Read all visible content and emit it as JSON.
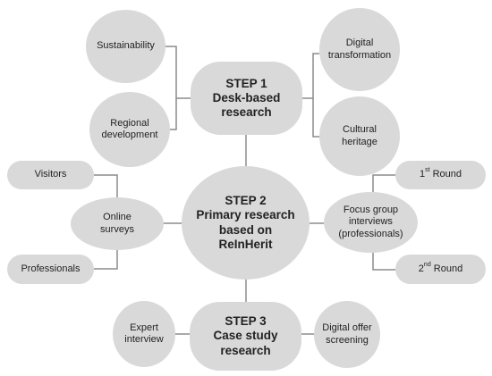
{
  "step1": {
    "number": "STEP 1",
    "line1": "Desk-based",
    "line2": "research"
  },
  "step2": {
    "number": "STEP 2",
    "line1": "Primary research",
    "line2": "based on",
    "line3": "ReInHerit"
  },
  "step3": {
    "number": "STEP 3",
    "line1": "Case study",
    "line2": "research"
  },
  "sustainability": "Sustainability",
  "regional": {
    "line1": "Regional",
    "line2": "development"
  },
  "digital_transformation": {
    "line1": "Digital",
    "line2": "transformation"
  },
  "cultural_heritage": {
    "line1": "Cultural",
    "line2": "heritage"
  },
  "visitors": "Visitors",
  "online_surveys": {
    "line1": "Online",
    "line2": "surveys"
  },
  "professionals": "Professionals",
  "focus_group": {
    "line1": "Focus group",
    "line2": "interviews",
    "line3": "(professionals)"
  },
  "round1": {
    "num": "1",
    "sup": "st",
    "label": " Round"
  },
  "round2": {
    "num": "2",
    "sup": "nd",
    "label": " Round"
  },
  "expert_interview": {
    "line1": "Expert",
    "line2": "interview"
  },
  "digital_offer": {
    "line1": "Digital offer",
    "line2": "screening"
  },
  "colors": {
    "node_fill": "#d9d9d9",
    "connector": "#8c8c8c",
    "text": "#222222"
  }
}
